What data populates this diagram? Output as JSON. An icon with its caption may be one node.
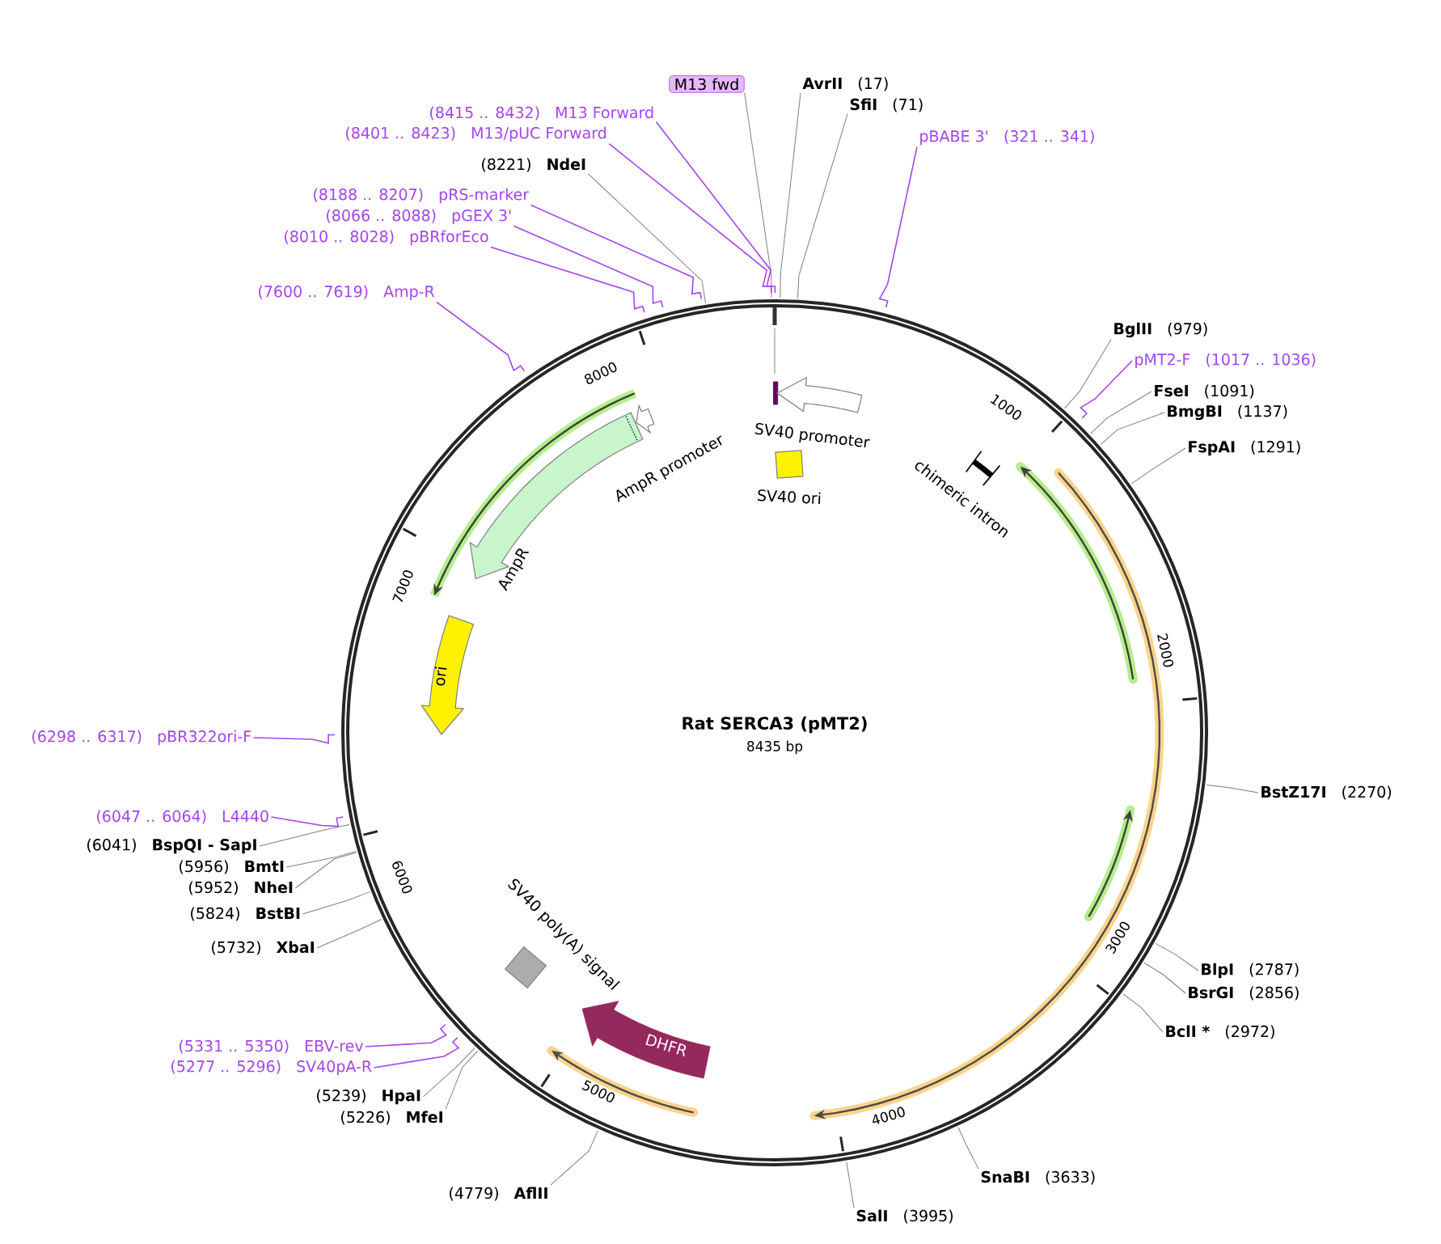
{
  "diagram": {
    "title": "Rat SERCA3 (pMT2)",
    "nodes": [
      {
        "text": [
          "M13 fwd"
        ]
      },
      {
        "text": [
          "AvrII",
          "(17)"
        ]
      },
      {
        "text": [
          "SfiI",
          "(71)"
        ]
      },
      {
        "text": [
          "pBABE 3'",
          "(321 .. 341)"
        ]
      },
      {
        "text": [
          "(8415 .. 8432)",
          "M13 Forward"
        ]
      },
      {
        "text": [
          "(8401 .. 8423)",
          "M13/pUC Forward"
        ]
      },
      {
        "text": [
          "(8221)",
          "NdeI"
        ]
      },
      {
        "text": [
          "(8188 .. 8207)",
          "pRS-marker"
        ]
      },
      {
        "text": [
          "(8066 .. 8088)",
          "pGEX 3'"
        ]
      },
      {
        "text": [
          "(8010 .. 8028)",
          "pBRforEco"
        ]
      },
      {
        "text": [
          "(7600 .. 7619)",
          "Amp-R"
        ]
      },
      {
        "text": [
          "BglII",
          "(979)"
        ]
      },
      {
        "text": [
          "pMT2-F",
          "(1017 .. 1036)"
        ]
      },
      {
        "text": [
          "FseI",
          "(1091)"
        ]
      },
      {
        "text": [
          "BmgBI",
          "(1137)"
        ]
      },
      {
        "text": [
          "FspAI",
          "(1291)"
        ]
      },
      {
        "text": [
          "BstZ17I",
          "(2270)"
        ]
      },
      {
        "text": [
          "BlpI",
          "(2787)"
        ]
      },
      {
        "text": [
          "BsrGI",
          "(2856)"
        ]
      },
      {
        "text": [
          "BclI *",
          "(2972)"
        ]
      },
      {
        "text": [
          "SnaBI",
          "(3633)"
        ]
      },
      {
        "text": [
          "SalI",
          "(3995)"
        ]
      },
      {
        "text": [
          "(4779)",
          "AflII"
        ]
      },
      {
        "text": [
          "(5226)",
          "MfeI"
        ]
      },
      {
        "text": [
          "(5239)",
          "HpaI"
        ]
      },
      {
        "text": [
          "(5277 .. 5296)",
          "SV40pA-R"
        ]
      },
      {
        "text": [
          "(5331 .. 5350)",
          "EBV-rev"
        ]
      },
      {
        "text": [
          "(5732)",
          "XbaI"
        ]
      },
      {
        "text": [
          "(5824)",
          "BstBI"
        ]
      },
      {
        "text": [
          "(5952)",
          "NheI"
        ]
      },
      {
        "text": [
          "(5956)",
          "BmtI"
        ]
      },
      {
        "text": [
          "(6041)",
          "BspQI - SapI"
        ]
      },
      {
        "text": [
          "(6047 .. 6064)",
          "L4440"
        ]
      },
      {
        "text": [
          "(6298 .. 6317)",
          "pBR322ori-F"
        ]
      },
      {
        "text": [
          "SV40 promoter"
        ]
      },
      {
        "text": [
          "SV40 ori"
        ]
      },
      {
        "text": [
          "chimeric intron"
        ]
      },
      {
        "text": [
          "AmpR promoter"
        ]
      },
      {
        "text": [
          "AmpR"
        ]
      },
      {
        "text": [
          "ori"
        ]
      },
      {
        "text": [
          "SV40 poly(A) signal"
        ]
      },
      {
        "text": [
          "DHFR"
        ]
      }
    ],
    "edges": [
      {
        "from": 0,
        "to": null,
        "arrow": "none"
      },
      {
        "from": 1,
        "to": null,
        "arrow": "none"
      },
      {
        "from": 2,
        "to": null,
        "arrow": "none"
      },
      {
        "from": 3,
        "to": null,
        "arrow": "none",
        "color": "#a445ee"
      },
      {
        "from": 4,
        "to": null,
        "arrow": "none",
        "color": "#a445ee"
      },
      {
        "from": 5,
        "to": null,
        "arrow": "none",
        "color": "#a445ee"
      },
      {
        "from": 6,
        "to": null,
        "arrow": "none"
      },
      {
        "from": 7,
        "to": null,
        "arrow": "none",
        "color": "#a445ee"
      },
      {
        "from": 8,
        "to": null,
        "arrow": "none",
        "color": "#a445ee"
      },
      {
        "from": 9,
        "to": null,
        "arrow": "none",
        "color": "#a445ee"
      },
      {
        "from": 10,
        "to": null,
        "arrow": "none",
        "color": "#a445ee"
      },
      {
        "from": 11,
        "to": null,
        "arrow": "none"
      },
      {
        "from": 12,
        "to": null,
        "arrow": "none",
        "color": "#a445ee"
      },
      {
        "from": 13,
        "to": null,
        "arrow": "none"
      },
      {
        "from": 14,
        "to": null,
        "arrow": "none"
      },
      {
        "from": 15,
        "to": null,
        "arrow": "none"
      },
      {
        "from": 16,
        "to": null,
        "arrow": "none"
      },
      {
        "from": 17,
        "to": null,
        "arrow": "none"
      },
      {
        "from": 18,
        "to": null,
        "arrow": "none"
      },
      {
        "from": 19,
        "to": null,
        "arrow": "none"
      },
      {
        "from": 20,
        "to": null,
        "arrow": "none"
      },
      {
        "from": 21,
        "to": null,
        "arrow": "none"
      },
      {
        "from": 22,
        "to": null,
        "arrow": "none"
      },
      {
        "from": 23,
        "to": null,
        "arrow": "none"
      },
      {
        "from": 24,
        "to": null,
        "arrow": "none"
      },
      {
        "from": 25,
        "to": null,
        "arrow": "none",
        "color": "#a445ee"
      },
      {
        "from": 26,
        "to": null,
        "arrow": "none",
        "color": "#a445ee"
      },
      {
        "from": 27,
        "to": null,
        "arrow": "none"
      },
      {
        "from": 28,
        "to": null,
        "arrow": "none"
      },
      {
        "from": 29,
        "to": null,
        "arrow": "none"
      },
      {
        "from": 30,
        "to": null,
        "arrow": "none"
      },
      {
        "from": 31,
        "to": null,
        "arrow": "none"
      },
      {
        "from": 32,
        "to": null,
        "arrow": "none",
        "color": "#a445ee"
      },
      {
        "from": 33,
        "to": null,
        "arrow": "none",
        "color": "#a445ee"
      }
    ],
    "labels": [
      "8435 bp",
      "1000",
      "2000",
      "3000",
      "4000",
      "5000",
      "6000",
      "7000",
      "8000"
    ]
  }
}
